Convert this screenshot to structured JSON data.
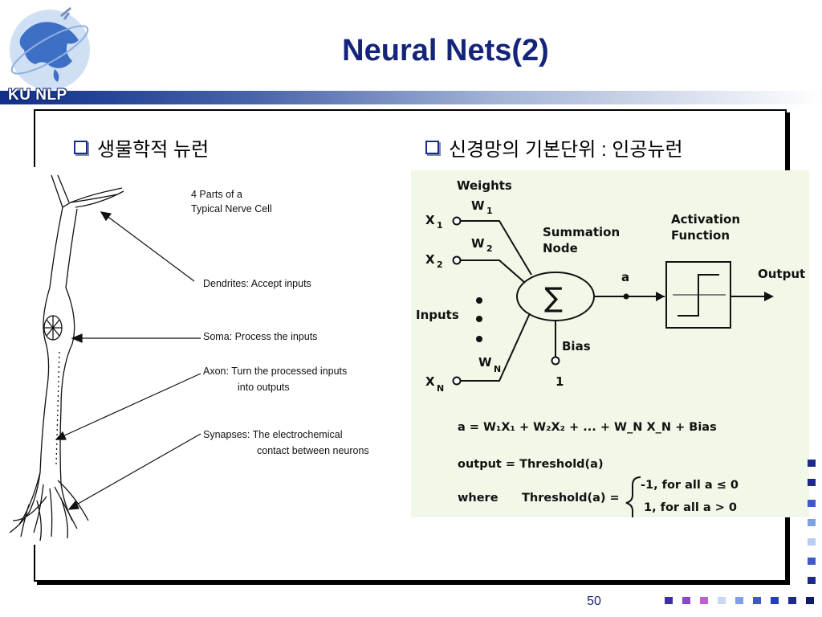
{
  "logo": {
    "text": "KU NLP"
  },
  "slide": {
    "title": "Neural Nets(2)",
    "page_number": "50"
  },
  "left_bullet": {
    "label": "생물학적 뉴런"
  },
  "right_bullet": {
    "label": "신경망의 기본단위 : 인공뉴런"
  },
  "neuron_figure": {
    "caption_line1": "4 Parts of a",
    "caption_line2": "Typical Nerve Cell",
    "dendrites": "Dendrites:  Accept inputs",
    "soma": "Soma:  Process the inputs",
    "axon_line1": "Axon:  Turn the processed inputs",
    "axon_line2": "into outputs",
    "synapses_line1": "Synapses:  The electrochemical",
    "synapses_line2": "contact between neurons"
  },
  "perceptron_figure": {
    "weights": "Weights",
    "w1": "W",
    "w1_sub": "1",
    "w2": "W",
    "w2_sub": "2",
    "wn": "W",
    "wn_sub": "N",
    "x1": "X",
    "x1_sub": "1",
    "x2": "X",
    "x2_sub": "2",
    "xn": "X",
    "xn_sub": "N",
    "inputs": "Inputs",
    "summation_line1": "Summation",
    "summation_line2": "Node",
    "sigma": "∑",
    "activation_line1": "Activation",
    "activation_line2": "Function",
    "a_label": "a",
    "output": "Output",
    "bias": "Bias",
    "bias_value": "1",
    "equation": "a = W₁X₁ + W₂X₂ + ... + W_N X_N  +  Bias",
    "output_eq": "output =  Threshold(a)",
    "where": "where",
    "threshold_lhs": "Threshold(a)  =",
    "case1": "-1,  for all a ≤ 0",
    "case2": "1,  for all a > 0"
  },
  "colors": {
    "title": "#14247a",
    "accent": "#1b2b8a",
    "header_gradient_start": "#0e2f8c",
    "perceptron_bg": "#f1f8e8"
  }
}
